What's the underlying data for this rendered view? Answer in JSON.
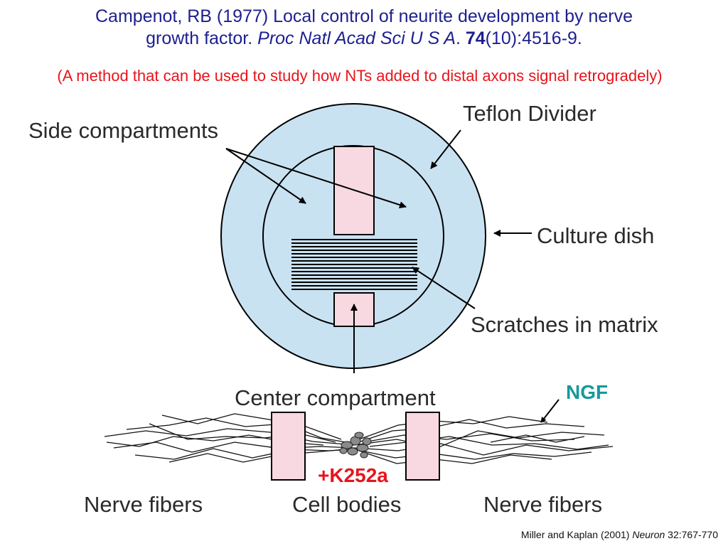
{
  "citation": {
    "line1": "Campenot, RB (1977) Local control of neurite development by nerve",
    "line2_prefix": "growth factor. ",
    "journal": "Proc Natl Acad Sci U S A",
    "sep": ". ",
    "volume": "74",
    "pages": "(10):4516-9."
  },
  "subtitle": "(A method that can be used to study how NTs added to distal axons signal retrogradely)",
  "diagram": {
    "labels": {
      "side_compartments": "Side compartments",
      "teflon_divider": "Teflon Divider",
      "culture_dish": "Culture dish",
      "scratches": "Scratches in matrix",
      "center_compartment": "Center compartment",
      "ngf": "NGF",
      "k252a": "+K252a",
      "nerve_fibers_left": "Nerve fibers",
      "cell_bodies": "Cell bodies",
      "nerve_fibers_right": "Nerve fibers"
    },
    "colors": {
      "dish_fill": "#c9e2f2",
      "divider_fill": "#f9d9e1",
      "citation_text": "#1d1f8f",
      "subtitle_text": "#e8141b",
      "ngf_text": "#159a9c"
    }
  },
  "footer": {
    "authors": "Miller and Kaplan (2001) ",
    "journal": "Neuron",
    "ref": " 32:767-770"
  }
}
